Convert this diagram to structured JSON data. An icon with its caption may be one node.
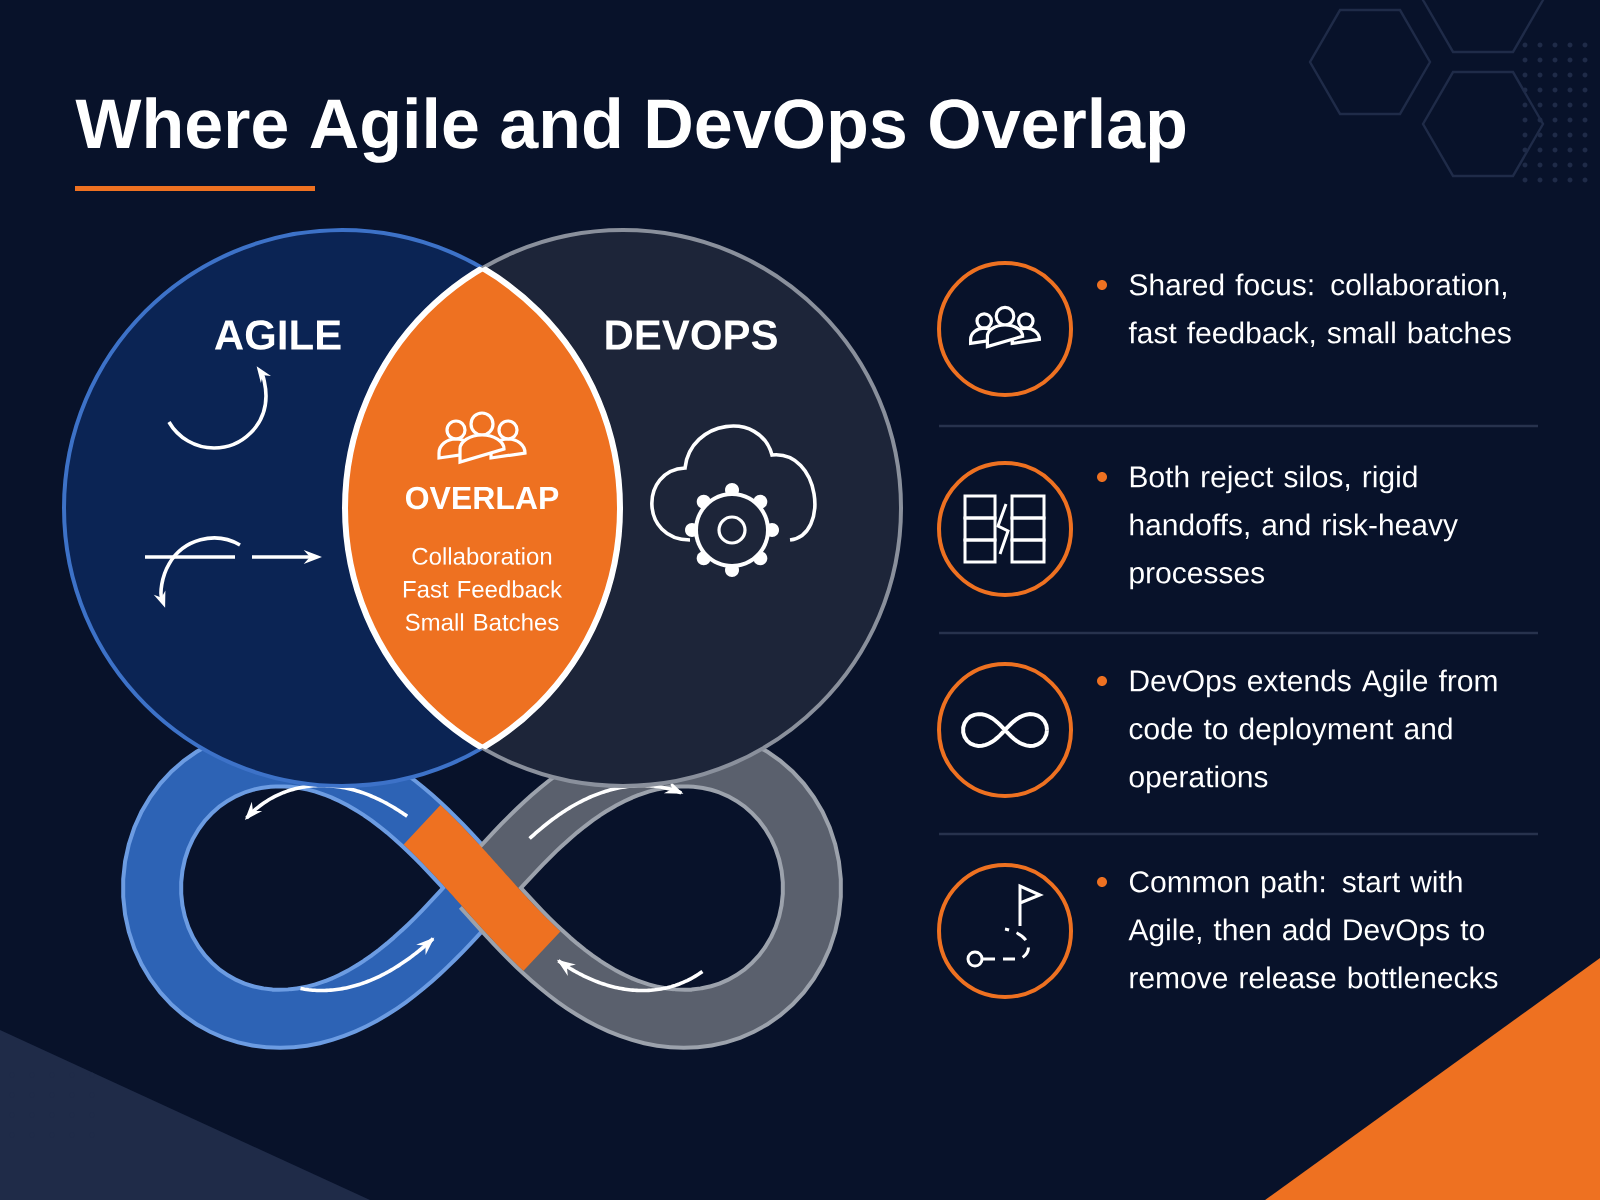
{
  "diagram": {
    "title": "Where Agile and DevOps Overlap",
    "nodes": [
      {
        "text": [
          "AGILE"
        ]
      },
      {
        "text": [
          "DEVOPS"
        ]
      },
      {
        "text": [
          "OVERLAP",
          "Collaboration Fast Feedback Small Batches"
        ]
      }
    ],
    "labels": [
      "Shared focus: collaboration, fast feedback, small batches",
      "Both reject silos, rigid handoffs, and risk-heavy processes",
      "DevOps extends Agile from code to deployment and operations",
      "Common path: start with Agile, then add DevOps to remove release bottlenecks"
    ]
  }
}
